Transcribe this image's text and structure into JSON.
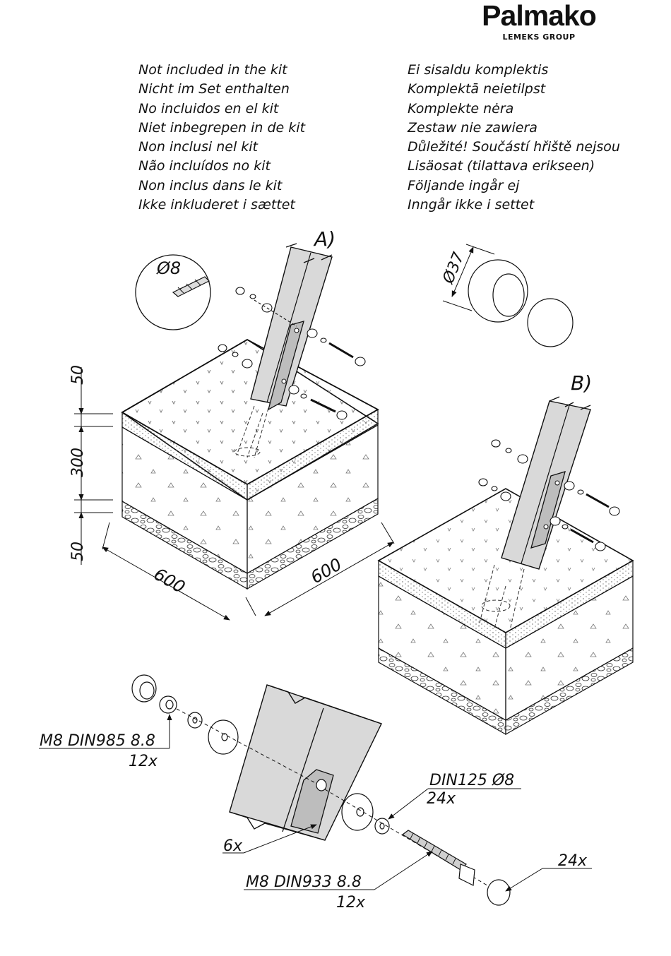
{
  "brand": {
    "name": "Palmako",
    "subtitle": "LEMEKS GROUP"
  },
  "notice": {
    "left": [
      "Not included in the kit",
      "Nicht im Set enthalten",
      "No incluidos en el kit",
      "Niet inbegrepen in de kit",
      "Non inclusi nel kit",
      "Não incluídos no kit",
      "Non inclus dans le kit",
      "Ikke inkluderet i sættet"
    ],
    "right": [
      "Ei sisaldu komplektis",
      "Komplektā neietilpst",
      "Komplekte nėra",
      "Zestaw nie zawiera",
      "Důležité! Součástí hřiště nejsou",
      "Lisäosat (tilattava erikseen)",
      "Följande ingår ej",
      "Inngår ikke i settet"
    ]
  },
  "variants": {
    "a": "A)",
    "b": "B)"
  },
  "drill": {
    "label": "Ø8"
  },
  "cap": {
    "diameter": "Ø37"
  },
  "dimensions": {
    "top_layer": "50",
    "middle_layer": "300",
    "bottom_layer": "50",
    "width": "600",
    "depth": "600"
  },
  "parts": {
    "nut": {
      "spec": "M8  DIN985  8.8",
      "qty": "12x"
    },
    "washer": {
      "spec": "DIN125    Ø8",
      "qty": "24x"
    },
    "bracket": {
      "qty": "6x"
    },
    "bolt": {
      "spec": "M8  DIN933  8.8",
      "qty": "12x"
    },
    "cap": {
      "qty": "24x"
    }
  }
}
